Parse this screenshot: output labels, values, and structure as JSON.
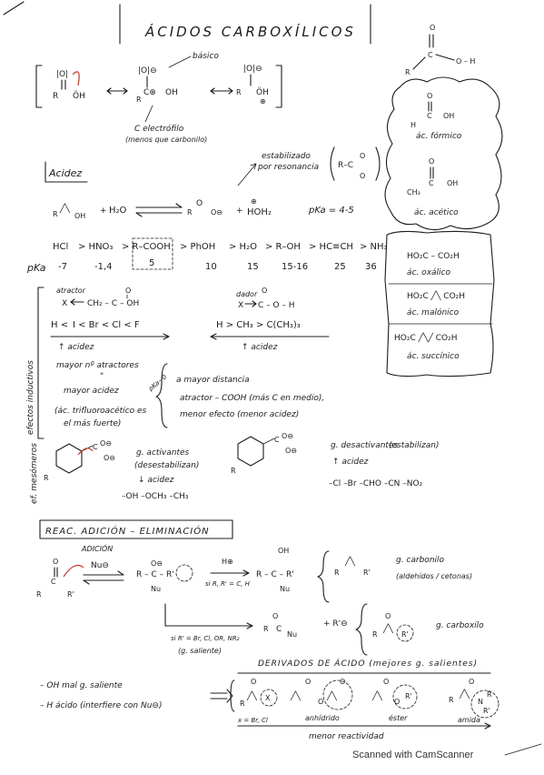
{
  "title": "ÁCIDOS CARBOXÍLICOS",
  "resonance": {
    "note_basic": "básico",
    "note_electrophile": "C electrófilo",
    "note_electrophile_2": "(menos que carbonilo)"
  },
  "acidity": {
    "heading": "Acidez",
    "stabilized": "estabilizado",
    "by_resonance": "por resonancia",
    "water": "H₂O",
    "hydronium": "HOH₂",
    "pka_range": "pKa = 4-5"
  },
  "side_examples": [
    {
      "label": "ác. fórmico"
    },
    {
      "label": "ác. acético"
    }
  ],
  "diacids": [
    {
      "formula": "HO₂C – CO₂H",
      "label": "ác. oxálico"
    },
    {
      "formula": "HO₂C ╱╲ CO₂H",
      "label": "ác. malónico"
    },
    {
      "formula": "HO₂C ╱╲╱ CO₂H",
      "label": "ác. succínico"
    }
  ],
  "pka_series": {
    "row_label": "pKa",
    "acids": [
      "HCl",
      "> HNO₃",
      "> R–COOH",
      "> PhOH",
      "> H₂O",
      "> R–OH",
      "> HC≡CH",
      "> NH₃"
    ],
    "values": [
      "-7",
      "-1,4",
      "5",
      "10",
      "15",
      "15-16",
      "25",
      "36"
    ]
  },
  "inductive": {
    "side_label": "efectos inductivos",
    "attractor": "atractor",
    "donor": "dador",
    "halogen_order": "I < Br < Cl < F",
    "halogen_prefix": "H <",
    "alkyl_order": "H > CH₃ > C(CH₃)₃",
    "increase_acidity": "↑ acidez",
    "increase_acidity_2": "↑ acidez",
    "more_attractors": "mayor nº atractores",
    "ditto": "\"",
    "more_acidity": "mayor acidez",
    "tfa_1": "(ác. trifluoroacético es",
    "tfa_2": "el más fuerte)",
    "brace_label": "pKa~0",
    "greater_distance": "a mayor distancia",
    "attractor_cooh": "atractor – COOH (más C en medio),",
    "less_effect": "menor efecto (menor acidez)"
  },
  "mesomeric": {
    "side_label": "ef. mesómeros",
    "activating": "g. activantes",
    "destabilize": "(desestabilizan)",
    "decrease_acidity": "↓ acidez",
    "activating_groups": "–OH  –OCH₃  –CH₃",
    "deactivating": "g. desactivantes",
    "stabilize": "(estabilizan)",
    "increase_acidity": "↑ acidez",
    "deactivating_groups": "–Cl  –Br  –CHO  –CN  –NO₂"
  },
  "reaction": {
    "heading": "REAC. ADICIÓN – ELIMINACIÓN",
    "addition": "ADICIÓN",
    "nucleophile": "Nu⊖",
    "h_plus": "H⊕",
    "condition_1": "si R, R' = C, H",
    "carbonyl_group": "g. carbonilo",
    "carbonyl_examples": "(aldehídos / cetonas)",
    "condition_2": "si R' = Br, Cl, OR, NR₂",
    "leaving_group": "(g. saliente)",
    "carboxyl_group": "g. carboxilo",
    "plus_r": "+ R'⊖"
  },
  "derivatives": {
    "heading": "DERIVADOS DE ÁCIDO (mejores g. salientes)",
    "note_oh": "– OH  mal  g. saliente",
    "note_h": "– H  ácido (interfiere con Nu⊖)",
    "items": [
      "x = Br, Cl",
      "anhídrido",
      "éster",
      "amida"
    ],
    "reactivity": "menor reactividad"
  },
  "footer": "Scanned with CamScanner"
}
